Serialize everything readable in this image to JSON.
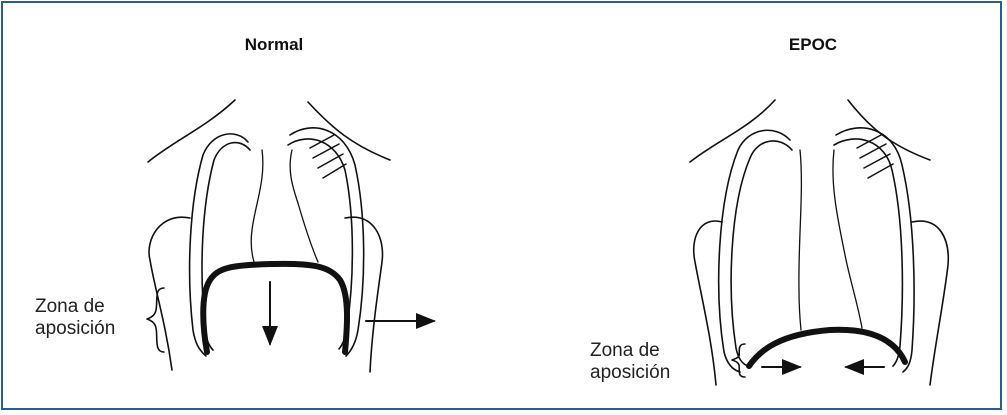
{
  "panels": [
    {
      "id": "normal",
      "title": "Normal",
      "label_line1": "Zona de",
      "label_line2": "aposición"
    },
    {
      "id": "epoc",
      "title": "EPOC",
      "label_line1": "Zona de",
      "label_line2": "aposición"
    }
  ],
  "colors": {
    "border": "#2b5c8a",
    "ink": "#111111"
  }
}
